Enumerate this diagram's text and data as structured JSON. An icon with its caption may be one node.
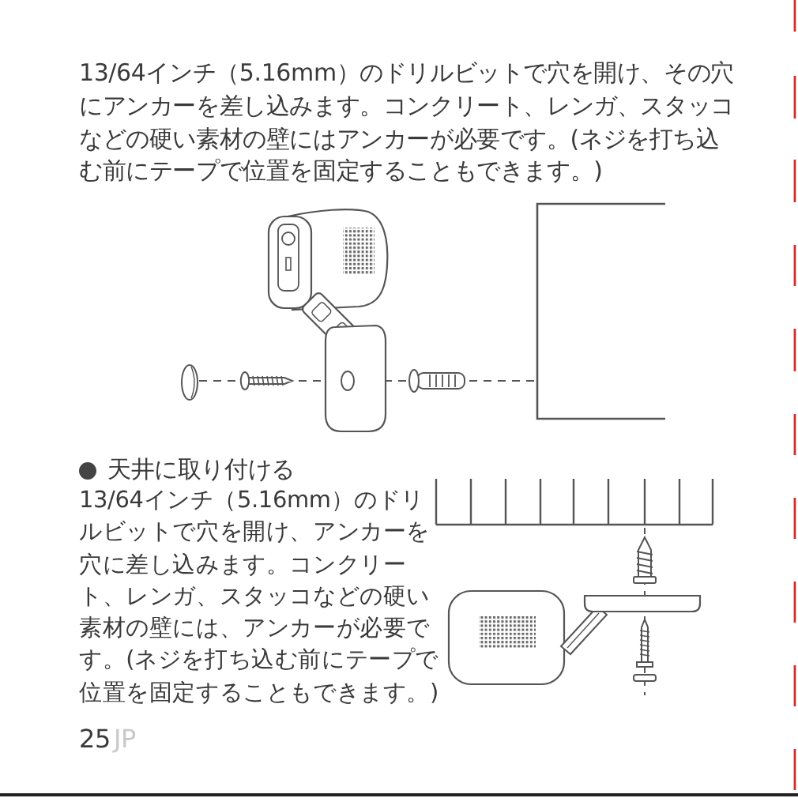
{
  "diagram": {
    "labels": [
      "13/64インチ（5.16mm）のドリルビットで穴を開け、その穴にアンカーを差し込みます。コンクリート、レンガ、スタッコなどの硬い素材の壁にはアンカーが必要です。(ネジを打ち込む前にテープで位置を固定することもできます。)",
      "天井に取り付ける",
      "13/64インチ（5.16mm）のドリルビットで穴を開け、アンカーを穴に差し込みます。コンクリート、レンガ、スタッコなどの硬い素材の壁には、アンカーが必要です。(ネジを打ち込む前にテープで位置を固定することもできます。)",
      "25",
      "JP"
    ]
  }
}
